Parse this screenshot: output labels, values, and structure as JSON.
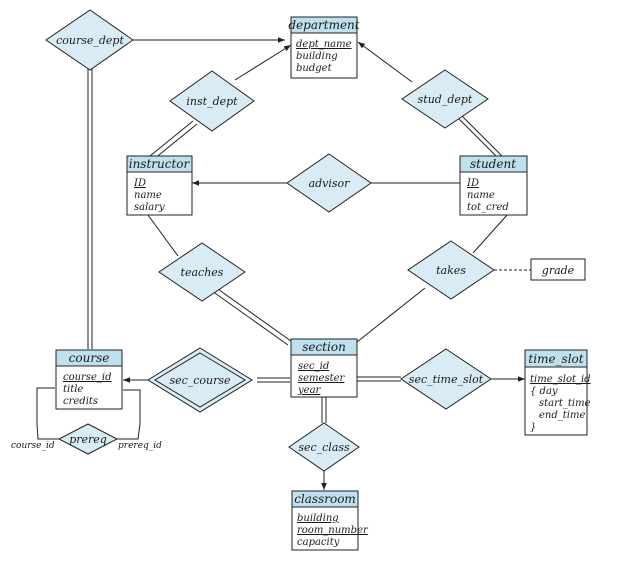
{
  "entities": {
    "department": {
      "name": "department",
      "attributes": [
        "dept_name",
        "building",
        "budget"
      ]
    },
    "instructor": {
      "name": "instructor",
      "attributes": [
        "ID",
        "name",
        "salary"
      ]
    },
    "student": {
      "name": "student",
      "attributes": [
        "ID",
        "name",
        "tot_cred"
      ]
    },
    "section": {
      "name": "section",
      "attributes": [
        "sec_id",
        "semester",
        "year"
      ]
    },
    "course": {
      "name": "course",
      "attributes": [
        "course_id",
        "title",
        "credits"
      ]
    },
    "time_slot": {
      "name": "time_slot",
      "attributes": [
        "time_slot_id",
        "{ day",
        "start_time",
        "end_time",
        "}"
      ]
    },
    "classroom": {
      "name": "classroom",
      "attributes": [
        "building",
        "room_number",
        "capacity"
      ]
    }
  },
  "relationships": {
    "course_dept": "course_dept",
    "inst_dept": "inst_dept",
    "stud_dept": "stud_dept",
    "advisor": "advisor",
    "teaches": "teaches",
    "takes": "takes",
    "sec_course": "sec_course",
    "sec_time_slot": "sec_time_slot",
    "sec_class": "sec_class",
    "prereq": "prereq"
  },
  "relationship_attributes": {
    "grade": "grade"
  },
  "role_labels": {
    "prereq_left": "course_id",
    "prereq_right": "prereq_id"
  }
}
